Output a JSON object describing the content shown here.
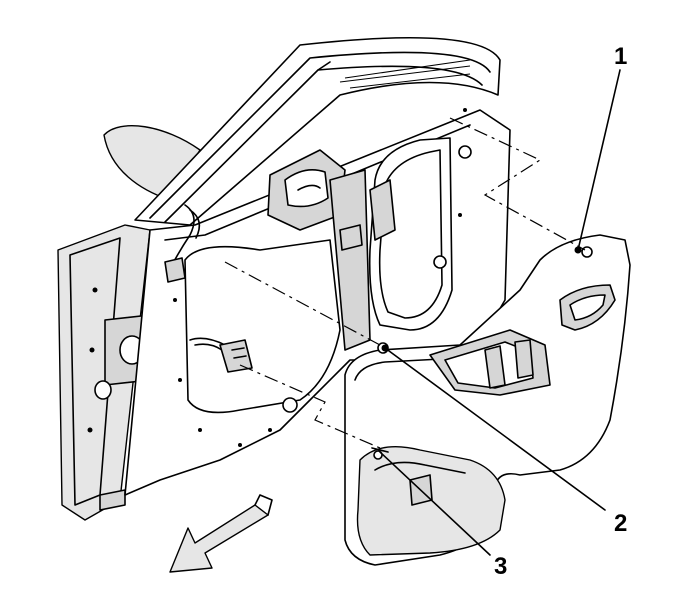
{
  "diagram": {
    "callouts": [
      {
        "id": "callout-1",
        "label": "1"
      },
      {
        "id": "callout-2",
        "label": "2"
      },
      {
        "id": "callout-3",
        "label": "3"
      }
    ],
    "colors": {
      "line": "#000000",
      "shade": "#d6d6d6",
      "light_shade": "#e6e6e6",
      "background": "#ffffff"
    }
  }
}
